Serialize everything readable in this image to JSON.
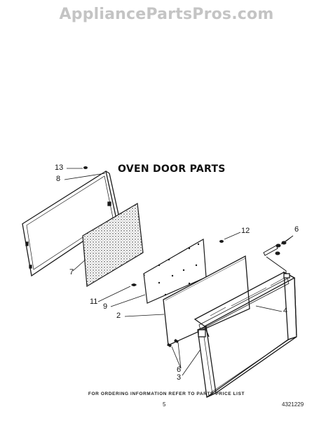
{
  "watermark": "AppliancePartsPros.com",
  "title": "OVEN DOOR PARTS",
  "callouts": {
    "c13": "13",
    "c8": "8",
    "c7": "7",
    "c12": "12",
    "c6a": "6",
    "c11": "11",
    "c9": "9",
    "c2": "2",
    "c4": "4",
    "c6b": "6",
    "c3": "3"
  },
  "footer": {
    "note": "FOR ORDERING INFORMATION REFER TO PARTS PRICE LIST",
    "page": "5",
    "part_number": "4321229"
  }
}
